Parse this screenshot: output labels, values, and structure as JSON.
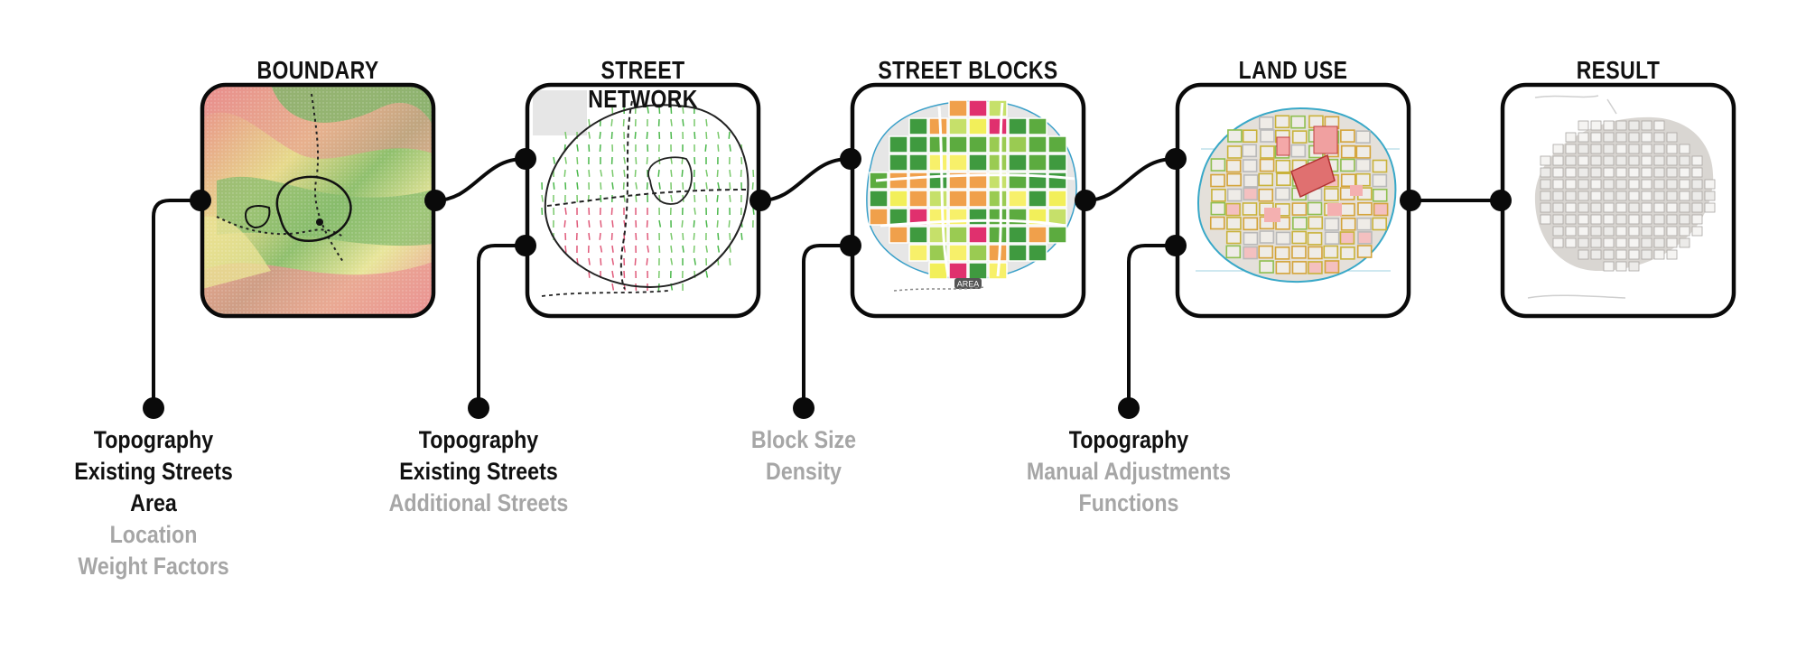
{
  "stages": [
    {
      "title": "BOUNDARY",
      "icon": "topography-heatmap-icon"
    },
    {
      "title": "STREET NETWORK",
      "icon": "street-network-vector-field-icon"
    },
    {
      "title": "STREET BLOCKS",
      "icon": "street-blocks-map-icon",
      "map_label": "AREA"
    },
    {
      "title": "LAND USE",
      "icon": "land-use-map-icon"
    },
    {
      "title": "RESULT",
      "icon": "result-3d-city-icon"
    }
  ],
  "inputs": [
    {
      "stage": "BOUNDARY",
      "items": [
        {
          "text": "Topography",
          "emphasis": "primary"
        },
        {
          "text": "Existing Streets",
          "emphasis": "primary"
        },
        {
          "text": "Area",
          "emphasis": "primary"
        },
        {
          "text": "Location",
          "emphasis": "secondary"
        },
        {
          "text": "Weight Factors",
          "emphasis": "secondary"
        }
      ]
    },
    {
      "stage": "STREET NETWORK",
      "items": [
        {
          "text": "Topography",
          "emphasis": "primary"
        },
        {
          "text": "Existing Streets",
          "emphasis": "primary"
        },
        {
          "text": "Additional Streets",
          "emphasis": "secondary"
        }
      ]
    },
    {
      "stage": "STREET BLOCKS",
      "items": [
        {
          "text": "Block Size",
          "emphasis": "secondary"
        },
        {
          "text": "Density",
          "emphasis": "secondary"
        }
      ]
    },
    {
      "stage": "LAND USE",
      "items": [
        {
          "text": "Topography",
          "emphasis": "primary"
        },
        {
          "text": "Manual Adjustments",
          "emphasis": "secondary"
        },
        {
          "text": "Functions",
          "emphasis": "secondary"
        }
      ]
    }
  ],
  "colors": {
    "line": "#0a0a0a",
    "primary_text": "#111111",
    "secondary_text": "#a6a6a6"
  }
}
